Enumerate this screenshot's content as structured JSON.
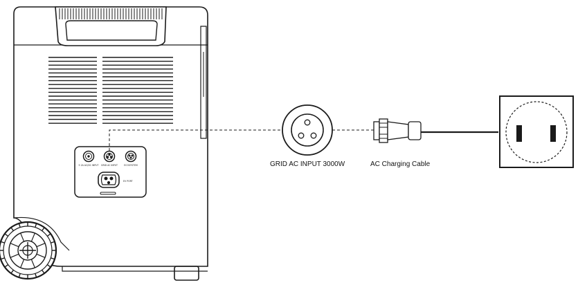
{
  "labels": {
    "grid_input": "GRID  AC INPUT 3000W",
    "cable": "AC Charging Cable",
    "port_1": "5 2A AC/DC INPUT",
    "port_2": "GRID  AC INPUT",
    "port_3": "ECOSYSTEM",
    "ev_port": "EV PORT"
  },
  "colors": {
    "line": "#1a1a1a",
    "fill": "#ffffff",
    "wheel_fill": "#f2f2f2"
  },
  "icons": {
    "wheel": "wheel-icon",
    "outlet": "wall-outlet-icon",
    "plug": "plug-icon"
  }
}
